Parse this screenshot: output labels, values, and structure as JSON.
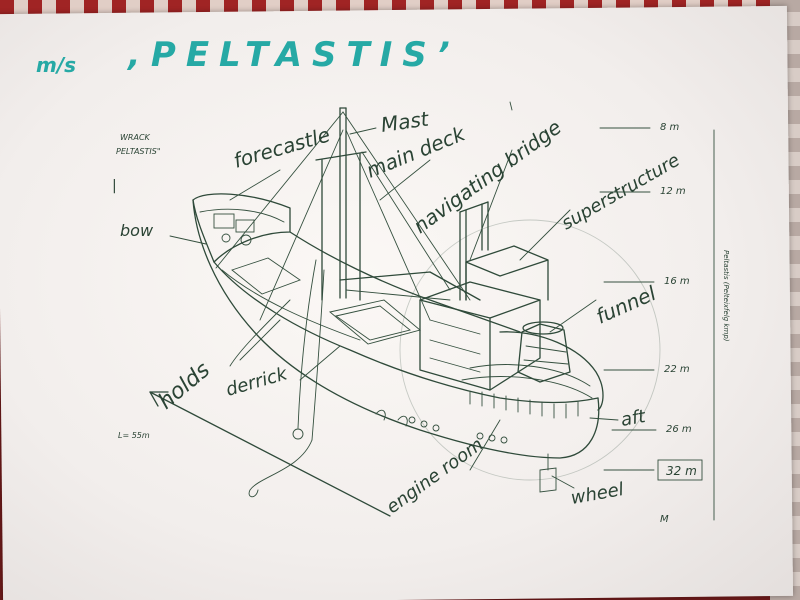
{
  "title": {
    "prefix": "m/s",
    "name": "‚PELTASTIS’"
  },
  "wreck_note": {
    "line1": "WRACK",
    "line2": "PELTASTIS\"",
    "line3": "|"
  },
  "labels": {
    "forecastle": "forecastle",
    "mast": "Mast",
    "main_deck": "main deck",
    "navigating_bridge": "navigating bridge",
    "superstructure": "superstructure",
    "bow": "bow",
    "funnel": "funnel",
    "holds": "holds",
    "derrick": "derrick",
    "aft": "aft",
    "engine_room": "engine room",
    "wheel": "wheel",
    "length_note": "L= 55m",
    "side_text": "Peltastis (Pelteixfelg kmp)",
    "corner_mark": "M"
  },
  "depth_scale": [
    {
      "value": "8 m"
    },
    {
      "value": "12 m"
    },
    {
      "value": "16 m"
    },
    {
      "value": "22 m"
    },
    {
      "value": "26 m"
    },
    {
      "value": "32 m"
    }
  ],
  "colors": {
    "ink": "#2f4a3a",
    "title": "#26a9a5",
    "paper": "#f4f1ef"
  }
}
